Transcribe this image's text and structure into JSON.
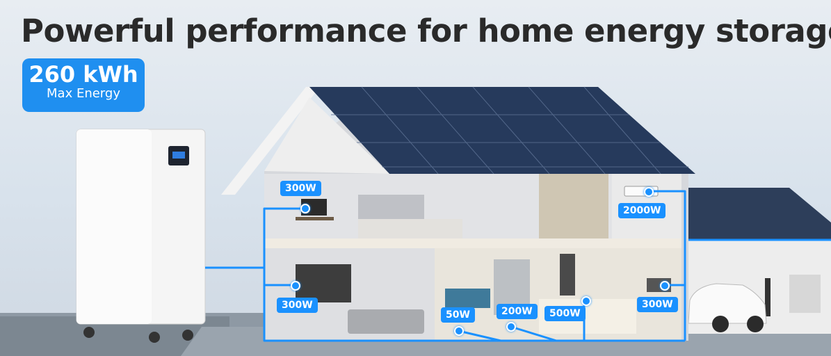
{
  "headline": "Powerful performance for home energy storage",
  "badge": {
    "value": "260 kWh",
    "caption": "Max Energy"
  },
  "loads": [
    {
      "id": "monitor",
      "watts": "300W"
    },
    {
      "id": "air-conditioner",
      "watts": "2000W"
    },
    {
      "id": "tv",
      "watts": "300W"
    },
    {
      "id": "aquarium",
      "watts": "50W"
    },
    {
      "id": "fridge",
      "watts": "200W"
    },
    {
      "id": "coffee-machine",
      "watts": "500W"
    },
    {
      "id": "microwave",
      "watts": "300W"
    }
  ],
  "battery_display": "[]",
  "colors": {
    "accent": "#1a91ff",
    "badge": "#1f8ff0",
    "headline": "#2a2a2a"
  }
}
